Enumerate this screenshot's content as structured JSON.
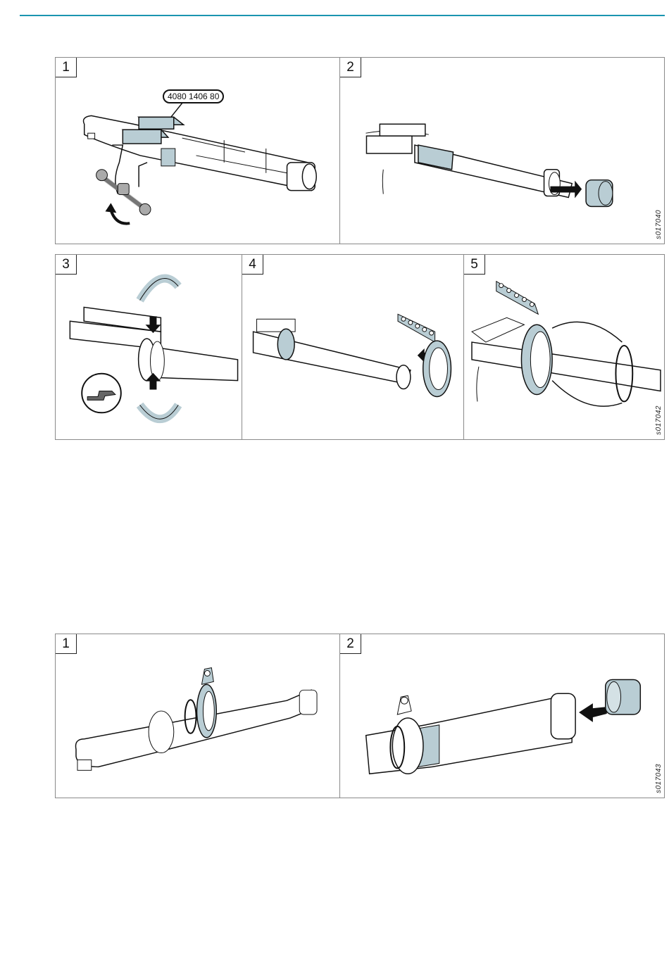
{
  "colors": {
    "accent": "#1a95b0",
    "part_fill": "#b9cdd4",
    "outline": "#111111"
  },
  "figure_a": {
    "code": "s017040",
    "panels": [
      {
        "step": "1",
        "callout": "4080 1406 80"
      },
      {
        "step": "2"
      }
    ]
  },
  "figure_b": {
    "code": "s017042",
    "panels": [
      {
        "step": "3"
      },
      {
        "step": "4"
      },
      {
        "step": "5"
      }
    ]
  },
  "figure_c": {
    "code": "s017043",
    "panels": [
      {
        "step": "1"
      },
      {
        "step": "2"
      }
    ]
  }
}
